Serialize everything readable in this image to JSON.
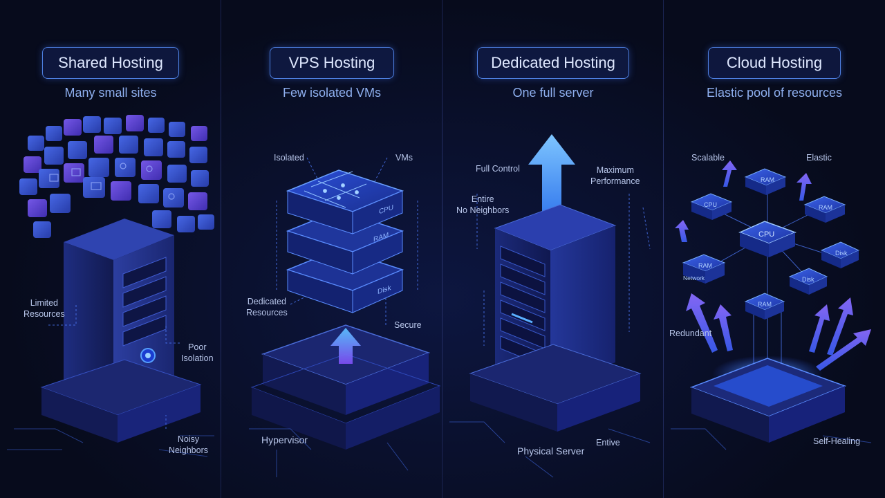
{
  "panels": [
    {
      "title": "Shared Hosting",
      "subtitle": "Many small sites",
      "labels": {
        "limited": "Limited\nResources",
        "poor": "Poor\nIsolation",
        "noisy": "Noisy\nNeighbors"
      }
    },
    {
      "title": "VPS Hosting",
      "subtitle": "Few isolated VMs",
      "labels": {
        "isolated": "Isolated",
        "vms": "VMs",
        "dedicated": "Dedicated\nResources",
        "secure": "Secure",
        "hypervisor": "Hypervisor"
      },
      "chips": {
        "ram": "RAM",
        "cpu": "CPU",
        "disk": "Disk"
      }
    },
    {
      "title": "Dedicated Hosting",
      "subtitle": "One full server",
      "labels": {
        "full_control": "Full Control",
        "maximum": "Maximum\nPerformance",
        "entire": "Entire\nNo Neighbors",
        "entive": "Entive",
        "physical": "Physical Server"
      }
    },
    {
      "title": "Cloud Hosting",
      "subtitle": "Elastic pool of resources",
      "labels": {
        "scalable": "Scalable",
        "elastic": "Elastic",
        "redundant": "Redundant",
        "self_healing": "Self-Healing"
      },
      "nodes": {
        "ram": "RAM",
        "cpu": "CPU",
        "disk": "Disk",
        "network": "Network"
      }
    }
  ],
  "colors": {
    "background": "#070b1c",
    "accent": "#4d7fe0",
    "glow": "#3d8bff",
    "violet": "#7a5cff"
  }
}
